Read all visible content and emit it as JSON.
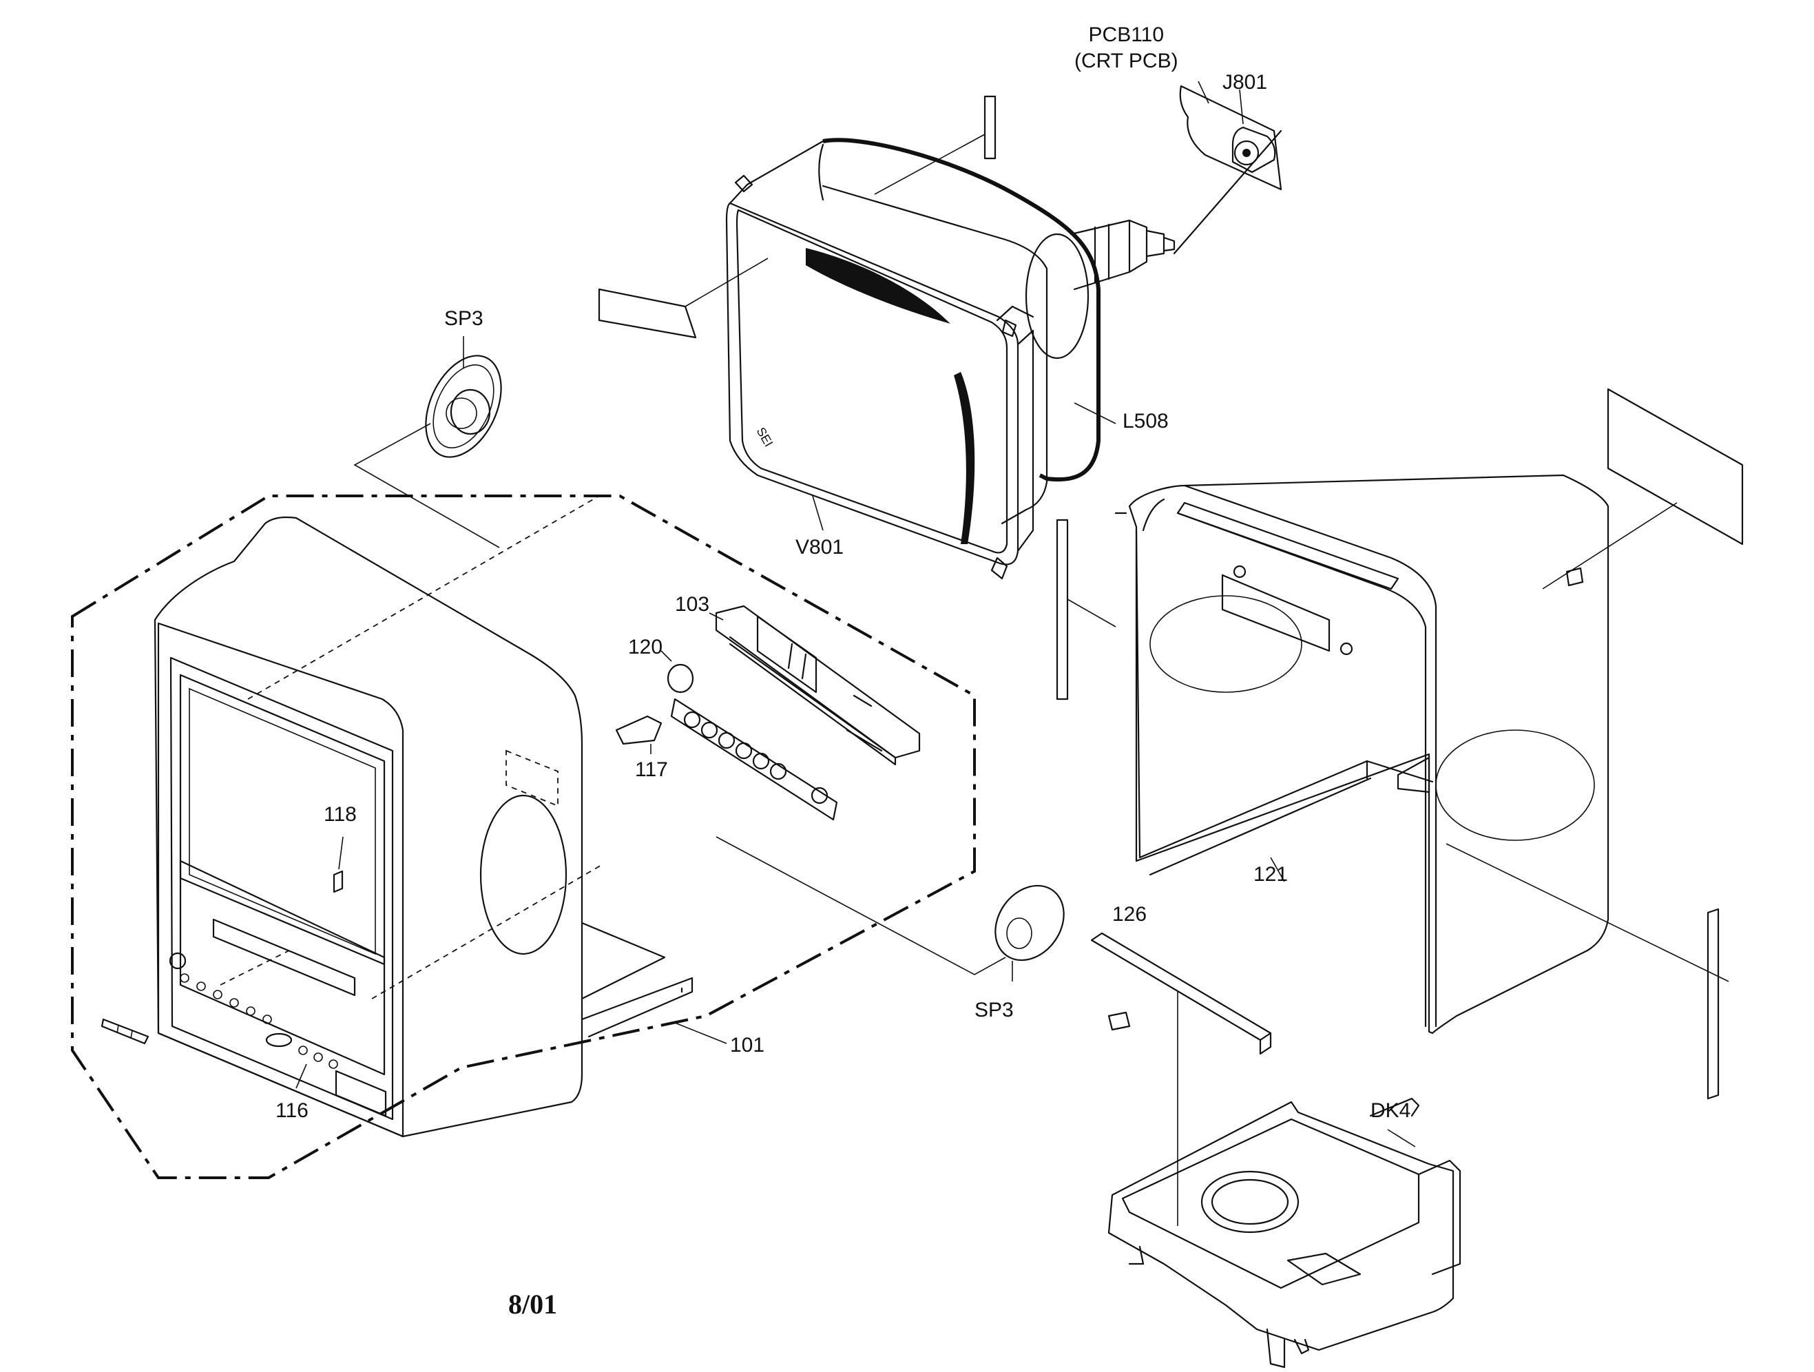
{
  "labels": {
    "pcb110_line1": "PCB110",
    "pcb110_line2": "(CRT PCB)",
    "j801": "J801",
    "sp3_top": "SP3",
    "l508": "L508",
    "v801": "V801",
    "p103": "103",
    "p120": "120",
    "p117": "117",
    "p118": "118",
    "p121": "121",
    "p126": "126",
    "sp3_bottom": "SP3",
    "p101": "101",
    "p116": "116",
    "dk4": "DK4"
  },
  "date_code": "8/01"
}
